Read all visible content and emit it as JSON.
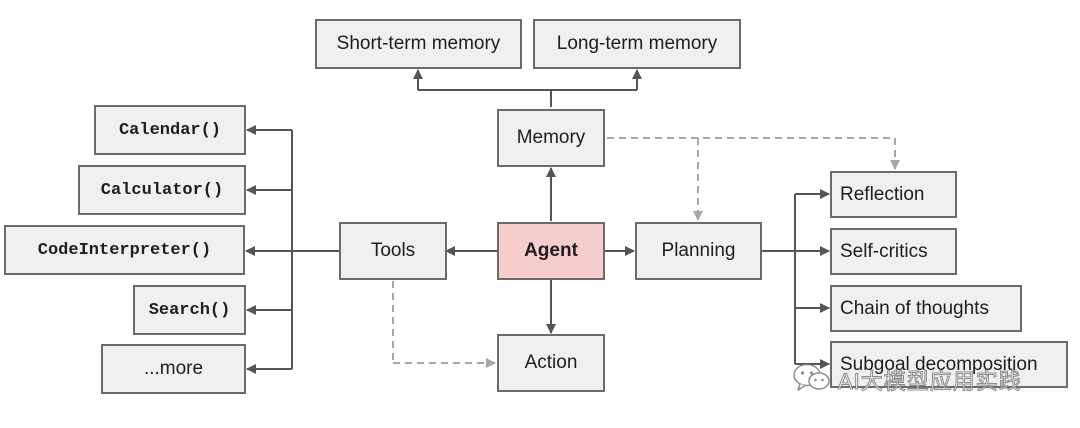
{
  "diagram": {
    "memory_types": {
      "short_term": "Short-term memory",
      "long_term": "Long-term memory"
    },
    "core": {
      "memory": "Memory",
      "agent": "Agent",
      "tools": "Tools",
      "planning": "Planning",
      "action": "Action"
    },
    "tool_list": [
      "Calendar()",
      "Calculator()",
      "CodeInterpreter()",
      "Search()",
      "...more"
    ],
    "planning_list": [
      "Reflection",
      "Self-critics",
      "Chain of thoughts",
      "Subgoal decomposition"
    ]
  },
  "watermark": {
    "text": "AI大模型应用实践",
    "icon": "wechat-icon"
  },
  "colors": {
    "box_fill": "#f0f0f0",
    "box_border": "#6b6b6b",
    "agent_fill": "#f6cccc",
    "line": "#555555",
    "dashed_line": "#a6a6a6"
  }
}
